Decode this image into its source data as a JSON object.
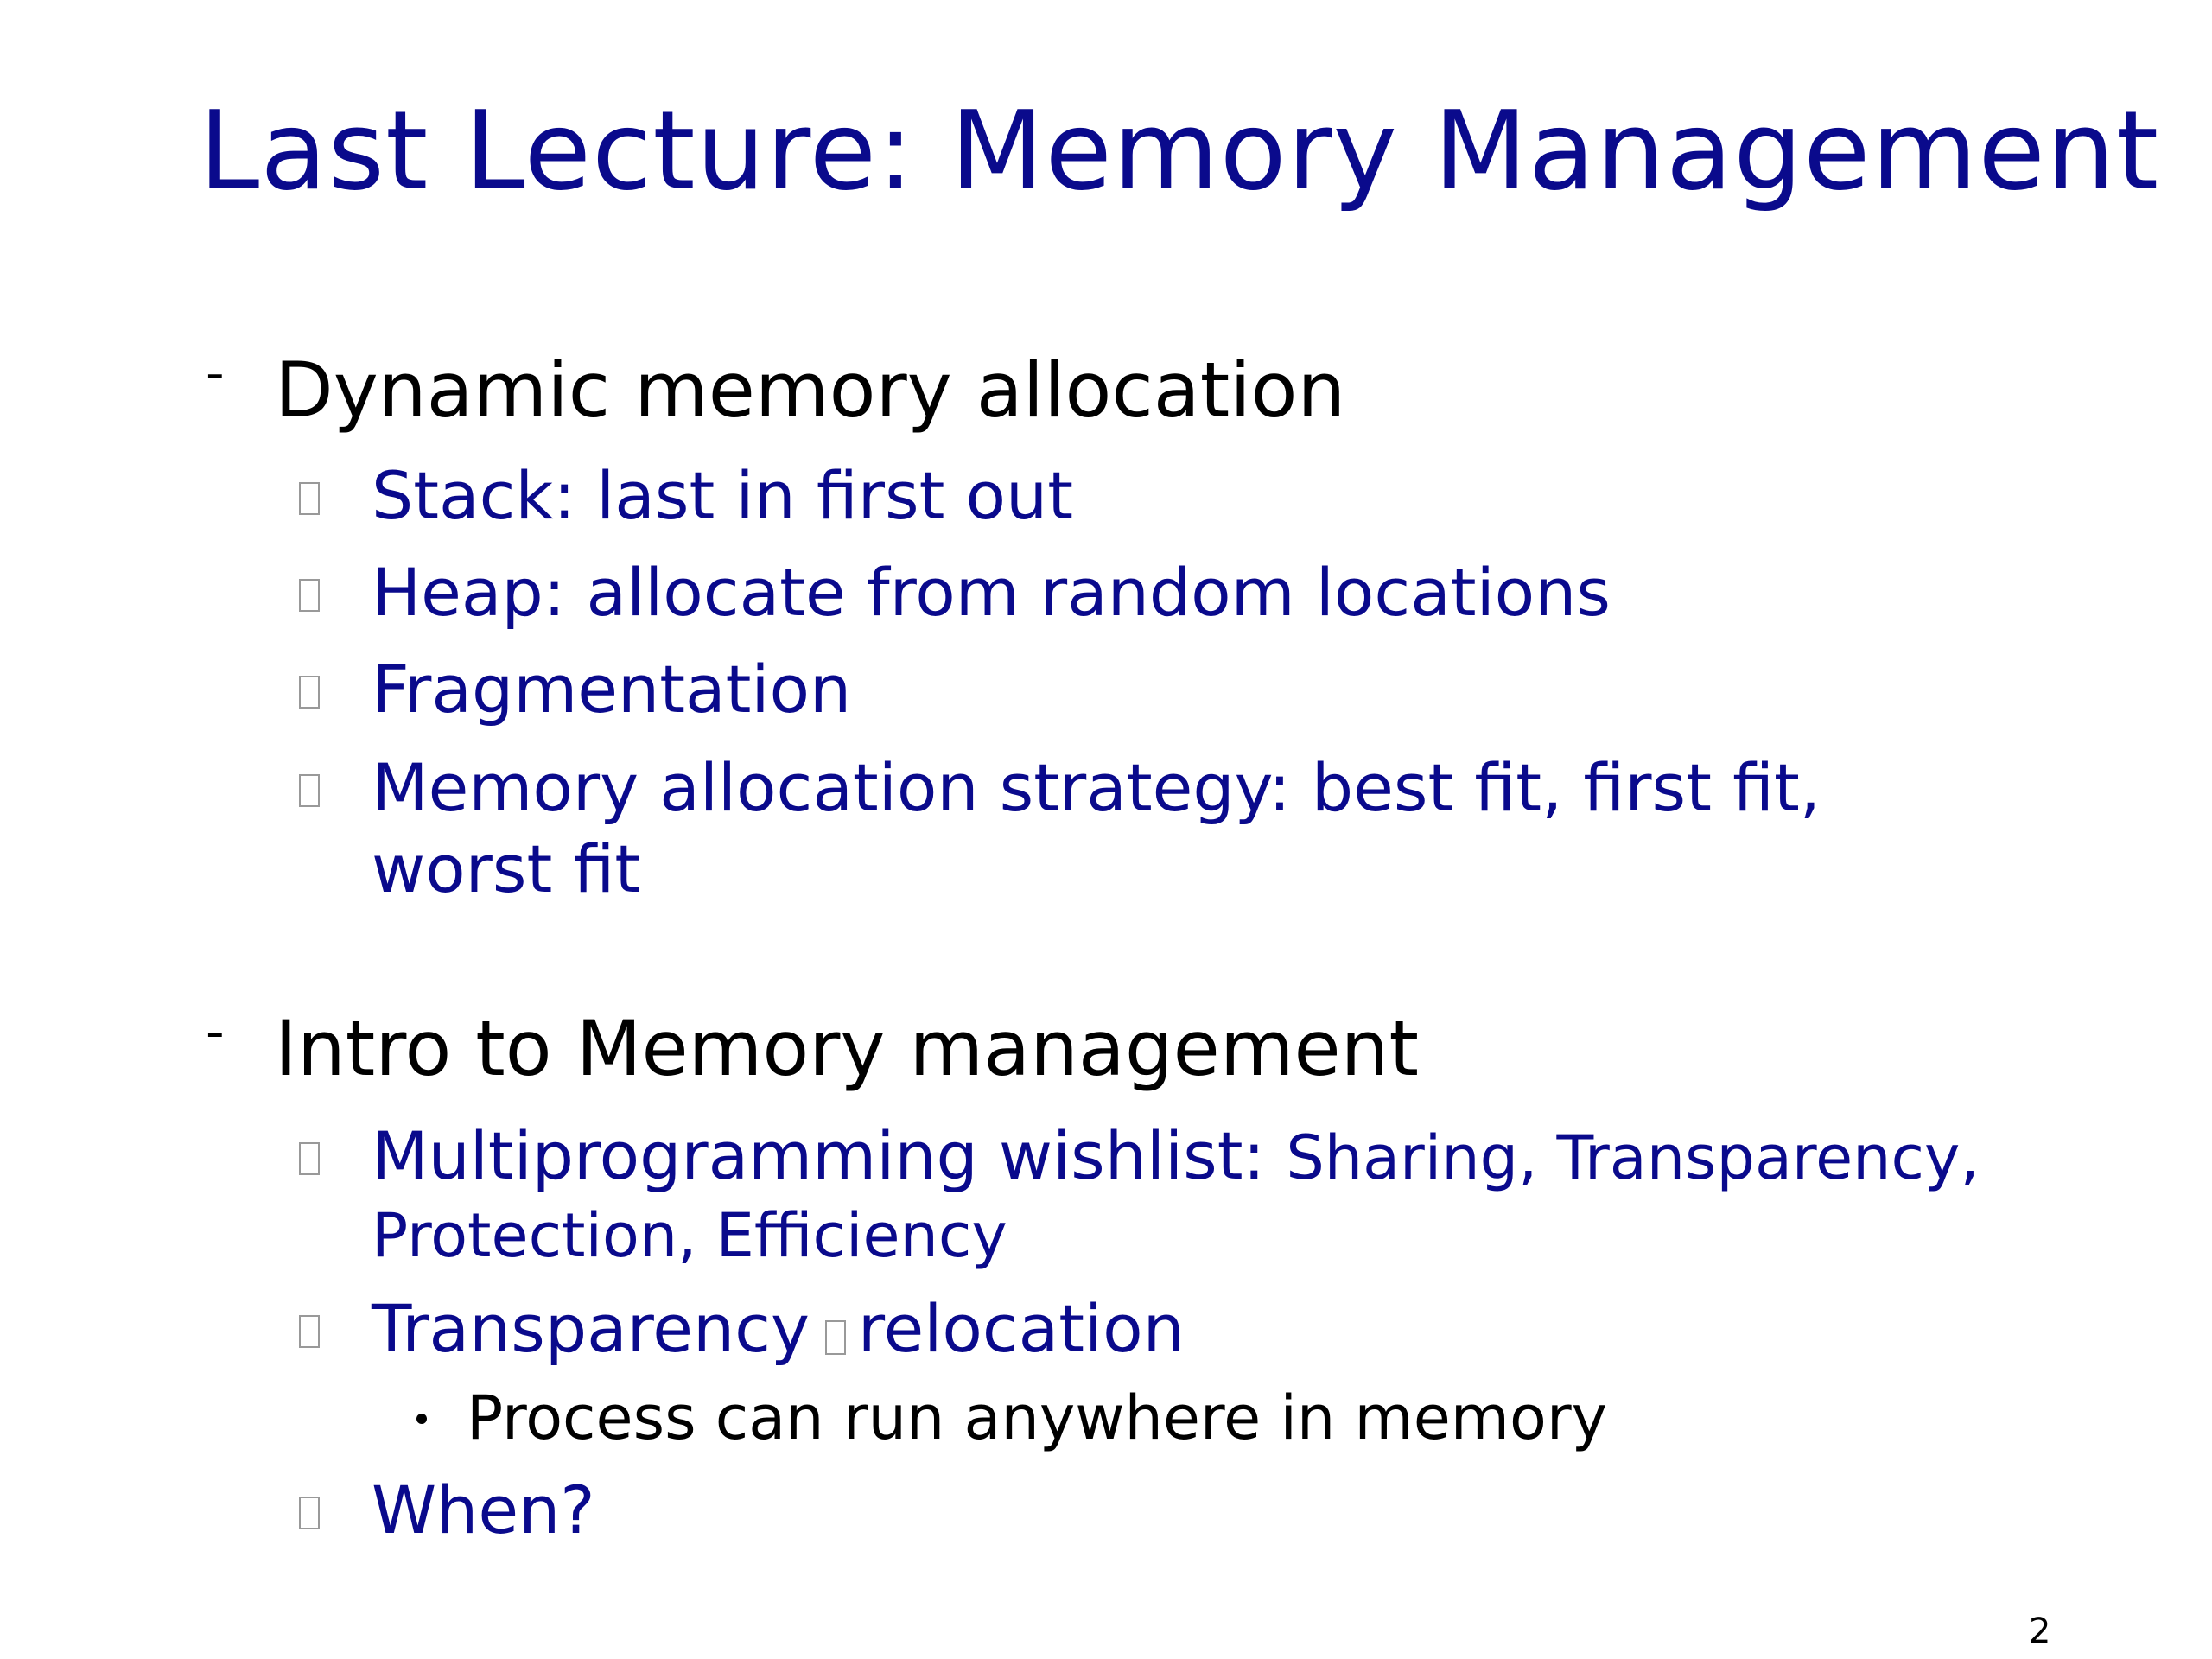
{
  "slide": {
    "title": "Last Lecture: Memory Management",
    "sections": [
      {
        "heading": "Dynamic memory allocation",
        "items": [
          "Stack:  last in first out",
          "Heap: allocate from random locations",
          "Fragmentation",
          "Memory allocation strategy: best fit, first fit,",
          "worst fit"
        ]
      },
      {
        "heading": "Intro to Memory management",
        "items": [
          {
            "lead": "Multiprogramming wishlist: ",
            "rest": "Sharing, Transparency,",
            "cont": "Protection, Efficiency"
          },
          {
            "before": "Transparency",
            "after": "relocation"
          },
          "Process can run anywhere in memory",
          "When?"
        ]
      }
    ],
    "page_number": "2"
  },
  "colors": {
    "title": "#0a0a8c",
    "body_blue": "#0a0a8c",
    "body_black": "#000000",
    "background": "#ffffff"
  }
}
